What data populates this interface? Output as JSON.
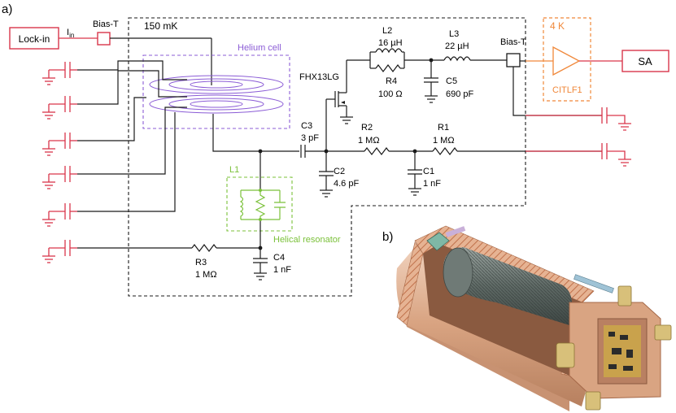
{
  "panel_a_label": "a)",
  "panel_b_label": "b)",
  "lockin_label": "Lock-in",
  "iin_main": "I",
  "iin_sub": "in",
  "bias_t_left": "Bias-T",
  "bias_t_right": "Bias-T",
  "temp_150mk": "150 mK",
  "temp_4k": "4 K",
  "helium_cell": "Helium cell",
  "sa_label": "SA",
  "amp_label": "CITLF1",
  "fet_label": "FHX13LG",
  "l1": "L1",
  "helical_resonator": "Helical resonator",
  "l2": {
    "name": "L2",
    "value": "16 µH"
  },
  "l3": {
    "name": "L3",
    "value": "22 µH"
  },
  "r4": {
    "name": "R4",
    "value": "100 Ω"
  },
  "c5": {
    "name": "C5",
    "value": "690 pF"
  },
  "c3": {
    "name": "C3",
    "value": "3 pF"
  },
  "r2": {
    "name": "R2",
    "value": "1 MΩ"
  },
  "r1": {
    "name": "R1",
    "value": "1 MΩ"
  },
  "c2": {
    "name": "C2",
    "value": "4.6 pF"
  },
  "c1": {
    "name": "C1",
    "value": "1 nF"
  },
  "r3": {
    "name": "R3",
    "value": "1 MΩ"
  },
  "c4": {
    "name": "C4",
    "value": "1 nF"
  },
  "colors": {
    "wire": "#1a1a1a",
    "red": "#d9364b",
    "helium": "#8b5cd6",
    "green": "#7bc13a",
    "orange": "#f0883a",
    "copper": "#d9a07e",
    "copper_dark": "#b07252",
    "hatch": "#c87850"
  }
}
